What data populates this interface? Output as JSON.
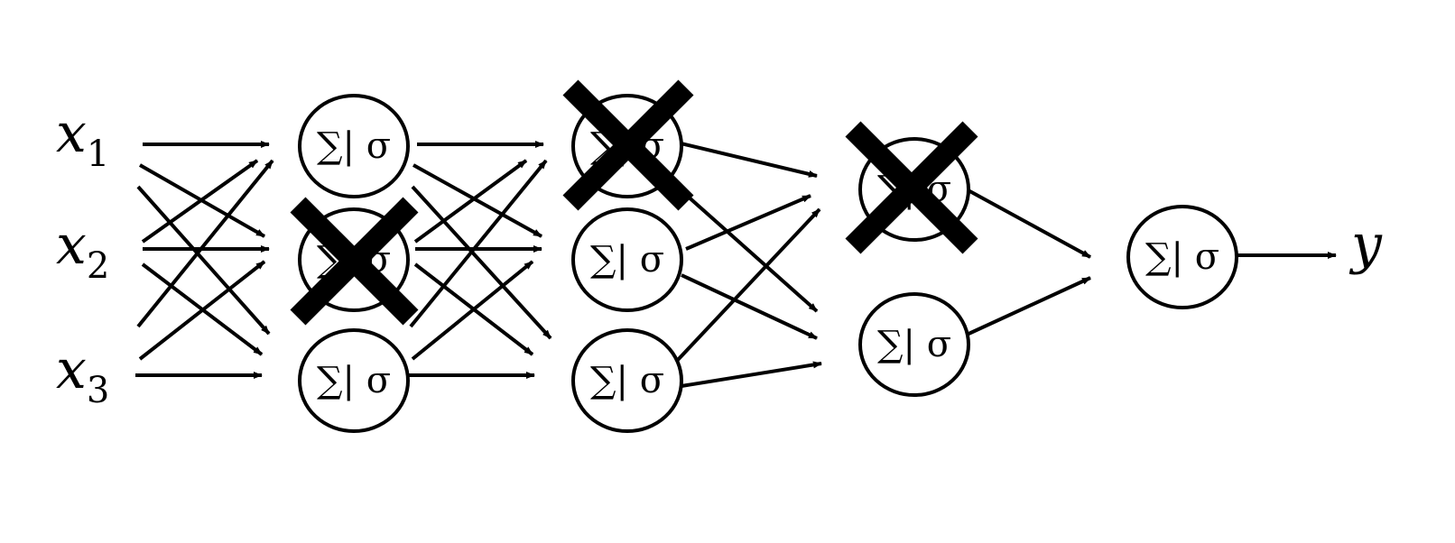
{
  "inputs": [
    {
      "symbol": "x",
      "subscript": "1"
    },
    {
      "symbol": "x",
      "subscript": "2"
    },
    {
      "symbol": "x",
      "subscript": "3"
    }
  ],
  "output": {
    "symbol": "y"
  },
  "neuron_label": "∑| σ",
  "layers": [
    {
      "neurons": [
        {
          "dropped": false
        },
        {
          "dropped": true
        },
        {
          "dropped": false
        }
      ]
    },
    {
      "neurons": [
        {
          "dropped": true
        },
        {
          "dropped": false
        },
        {
          "dropped": false
        }
      ]
    },
    {
      "neurons": [
        {
          "dropped": true
        },
        {
          "dropped": false
        }
      ]
    },
    {
      "neurons": [
        {
          "dropped": false
        }
      ]
    }
  ],
  "colors": {
    "stroke": "#000000",
    "background": "#ffffff"
  }
}
